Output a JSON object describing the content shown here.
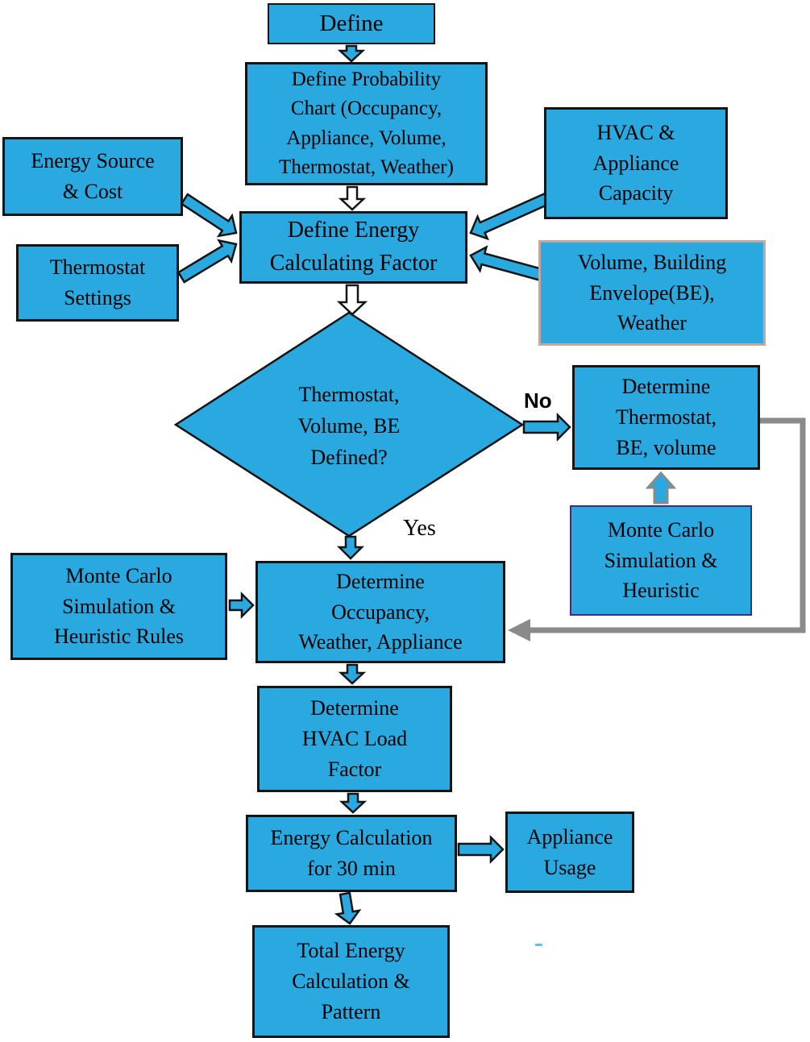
{
  "diagram": {
    "colors": {
      "node_fill": "#2aa9e0",
      "node_border": "#141414",
      "volume_border": "#c3a8a1",
      "mc_border": "#3d2f7d",
      "loop_gray": "#8a8a8a",
      "white_arrow_fill": "#ffffff"
    },
    "nodes": {
      "define": {
        "lines": [
          "Define"
        ]
      },
      "probability_chart": {
        "lines": [
          "Define Probability",
          "Chart (Occupancy,",
          "Appliance, Volume,",
          "Thermostat, Weather)"
        ]
      },
      "energy_source": {
        "lines": [
          "Energy Source",
          "& Cost"
        ]
      },
      "thermostat_settings": {
        "lines": [
          "Thermostat",
          "Settings"
        ]
      },
      "hvac_capacity": {
        "lines": [
          "HVAC &",
          "Appliance",
          "Capacity"
        ]
      },
      "volume_be_weather": {
        "lines": [
          "Volume, Building",
          "Envelope(BE),",
          "Weather"
        ]
      },
      "define_energy_factor": {
        "lines": [
          "Define Energy",
          "Calculating Factor"
        ]
      },
      "decision": {
        "lines": [
          "Thermostat,",
          "Volume, BE",
          "Defined?"
        ]
      },
      "determine_thermostat": {
        "lines": [
          "Determine",
          "Thermostat,",
          "BE, volume"
        ]
      },
      "monte_carlo_heuristic": {
        "lines": [
          "Monte Carlo",
          "Simulation &",
          "Heuristic"
        ]
      },
      "monte_carlo_rules": {
        "lines": [
          "Monte Carlo",
          "Simulation &",
          "Heuristic Rules"
        ]
      },
      "determine_occupancy": {
        "lines": [
          "Determine",
          "Occupancy,",
          "Weather, Appliance"
        ]
      },
      "determine_hvac_load": {
        "lines": [
          "Determine",
          "HVAC Load",
          "Factor"
        ]
      },
      "energy_calculation": {
        "lines": [
          "Energy Calculation",
          "for 30 min"
        ]
      },
      "appliance_usage": {
        "lines": [
          "Appliance",
          "Usage"
        ]
      },
      "total_energy": {
        "lines": [
          "Total Energy",
          "Calculation &",
          "Pattern"
        ]
      }
    },
    "branch_labels": {
      "yes": "Yes",
      "no": "No"
    }
  }
}
